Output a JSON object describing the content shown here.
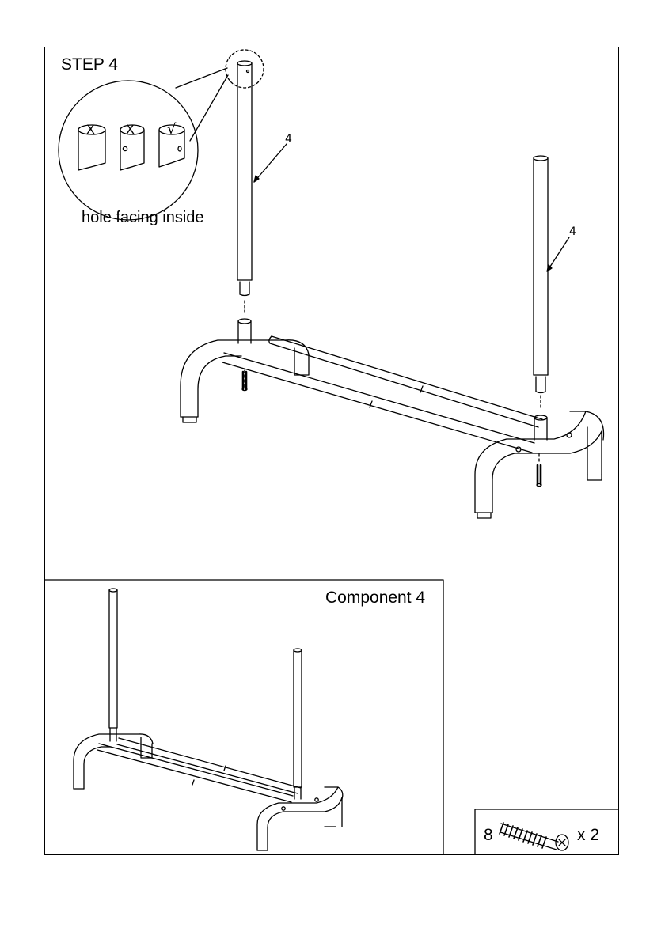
{
  "step": {
    "title": "STEP 4",
    "hole_note": "hole facing inside",
    "marks": [
      "X",
      "X",
      "√"
    ],
    "callout_label": "4"
  },
  "component": {
    "title": "Component 4"
  },
  "hardware": {
    "part_number": "8",
    "quantity": "x 2"
  }
}
